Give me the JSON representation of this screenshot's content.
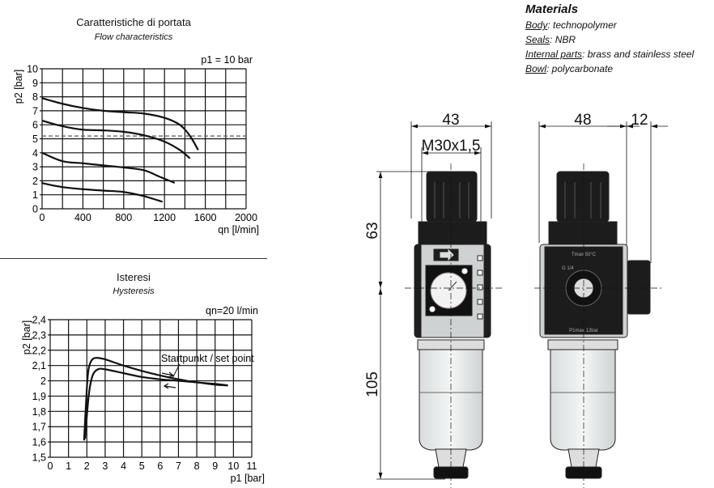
{
  "materials": {
    "heading": "Materials",
    "items": [
      {
        "label": "Body",
        "value": "technopolymer"
      },
      {
        "label": "Seals",
        "value": "NBR"
      },
      {
        "label": "Internal parts",
        "value": "brass and stainless steel"
      },
      {
        "label": "Bowl",
        "value": "polycarbonate"
      }
    ]
  },
  "drawing": {
    "dims": {
      "width_front": "43",
      "thread": "M30x1,5",
      "width_side": "48",
      "port_depth": "12",
      "upper_height": "63",
      "lower_height": "105"
    },
    "labels": {
      "temp": "Tmax 50°C",
      "port": "G 1/4",
      "pressure": "P1max 12bar"
    }
  },
  "chart_data": [
    {
      "type": "line",
      "title": "Caratteristiche di portata",
      "subtitle": "Flow characteristics",
      "annotation": "p1 = 10 bar",
      "xlabel": "qn [l/min]",
      "ylabel": "p2 [bar]",
      "xlim": [
        0,
        2000
      ],
      "ylim": [
        0,
        10
      ],
      "xticks": [
        0,
        400,
        800,
        1200,
        1600,
        2000
      ],
      "yticks": [
        0,
        1,
        2,
        3,
        4,
        5,
        6,
        7,
        8,
        9,
        10
      ],
      "grid": true,
      "reference_line": {
        "y": 5.2,
        "style": "dashed"
      },
      "series": [
        {
          "x": [
            0,
            200,
            400,
            600,
            800,
            1000,
            1200,
            1350,
            1450,
            1530
          ],
          "y": [
            7.9,
            7.5,
            7.2,
            7.0,
            6.9,
            6.8,
            6.5,
            6.0,
            5.2,
            4.2
          ]
        },
        {
          "x": [
            0,
            200,
            400,
            600,
            800,
            1000,
            1200,
            1350,
            1450
          ],
          "y": [
            6.3,
            5.9,
            5.65,
            5.6,
            5.5,
            5.25,
            4.8,
            4.2,
            3.6
          ]
        },
        {
          "x": [
            0,
            200,
            400,
            600,
            800,
            1000,
            1150,
            1300
          ],
          "y": [
            4.0,
            3.4,
            3.25,
            3.1,
            2.95,
            2.75,
            2.3,
            1.85
          ]
        },
        {
          "x": [
            0,
            20,
            200,
            400,
            600,
            800,
            1000,
            1180
          ],
          "y": [
            1.9,
            1.8,
            1.55,
            1.4,
            1.3,
            1.2,
            0.9,
            0.5
          ]
        }
      ]
    },
    {
      "type": "line",
      "title": "Isteresi",
      "subtitle": "Hysteresis",
      "annotation": "qn=20 l/min",
      "point_label": "Startpunkt / set point",
      "xlabel": "p1 [bar]",
      "ylabel": "p2 [bar]",
      "xlim": [
        0,
        11
      ],
      "ylim": [
        1.5,
        2.4
      ],
      "xticks": [
        "0",
        "1",
        "2",
        "3",
        "4",
        "5",
        "6",
        "7",
        "8",
        "9",
        "10",
        "11"
      ],
      "yticks": [
        "1,5",
        "1,6",
        "1,7",
        "1,8",
        "1,9",
        "2",
        "2,1",
        "2,2",
        "2,3",
        "2,4"
      ],
      "grid": true,
      "series": [
        {
          "x": [
            1.85,
            2.0,
            2.1,
            2.3,
            2.6,
            3,
            4,
            5,
            6,
            7,
            8,
            9,
            9.7
          ],
          "y": [
            1.61,
            1.95,
            2.08,
            2.14,
            2.15,
            2.14,
            2.1,
            2.065,
            2.035,
            2.01,
            1.99,
            1.98,
            1.97
          ]
        },
        {
          "x": [
            1.9,
            2.1,
            2.3,
            2.6,
            3,
            4,
            5,
            6,
            7,
            8,
            9,
            9.7
          ],
          "y": [
            1.62,
            1.9,
            2.03,
            2.075,
            2.075,
            2.05,
            2.025,
            2.01,
            2.0,
            1.99,
            1.975,
            1.97
          ]
        }
      ]
    }
  ]
}
